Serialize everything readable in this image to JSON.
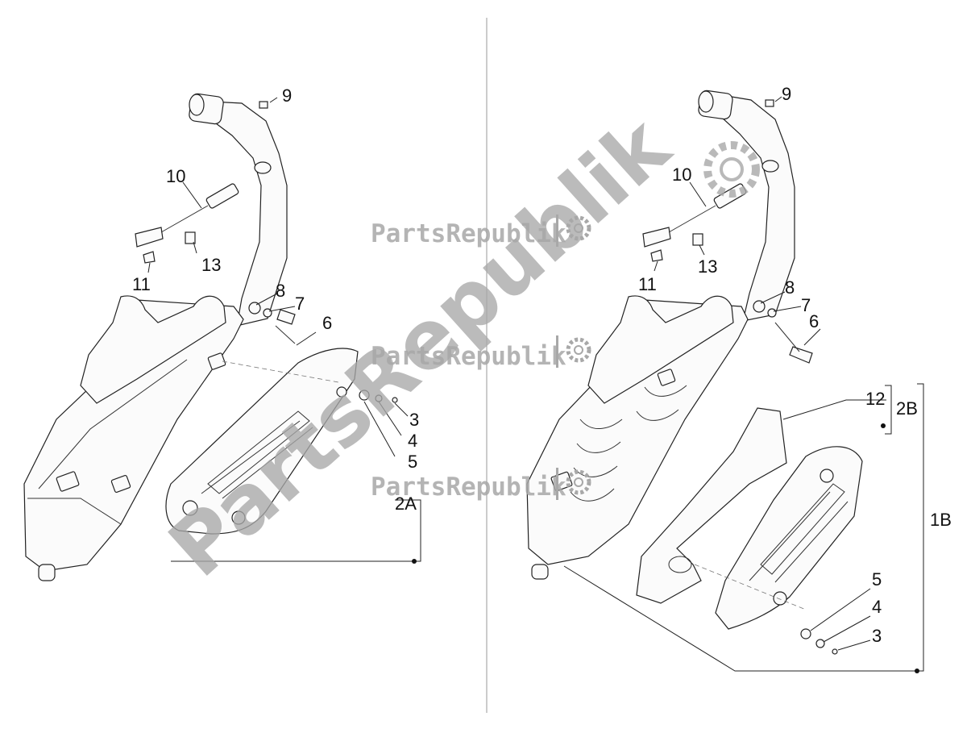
{
  "watermark": {
    "brand_text": "PartsRepublik",
    "diagonal_text": "PartsRepublik"
  },
  "left_panel": {
    "callouts": {
      "n9": "9",
      "n10": "10",
      "n11": "11",
      "n13": "13",
      "n8": "8",
      "n7": "7",
      "n6": "6",
      "n3": "3",
      "n4": "4",
      "n5": "5",
      "n2a": "2A"
    }
  },
  "right_panel": {
    "callouts": {
      "n9": "9",
      "n10": "10",
      "n11": "11",
      "n13": "13",
      "n8": "8",
      "n7": "7",
      "n6": "6",
      "n12": "12",
      "n2b": "2B",
      "n1b": "1B",
      "n5": "5",
      "n4": "4",
      "n3": "3"
    }
  }
}
